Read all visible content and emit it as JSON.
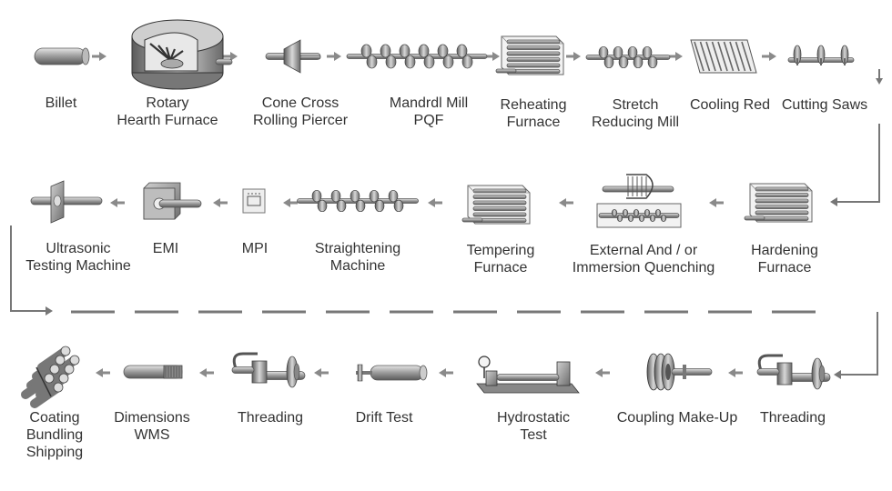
{
  "colors": {
    "text": "#333333",
    "arrow": "#8a8a8a",
    "metal": "#9a9a9a",
    "metal_dark": "#555555",
    "metal_light": "#cfcfcf",
    "flow_line": "#777777"
  },
  "steps": [
    {
      "id": "billet",
      "icon": "billet-icon",
      "lines": [
        "Billet"
      ]
    },
    {
      "id": "rotary-hearth-furnace",
      "icon": "rotary-furnace-icon",
      "lines": [
        "Rotary",
        "Hearth Furnace"
      ]
    },
    {
      "id": "cone-cross-rolling-piercer",
      "icon": "piercer-icon",
      "lines": [
        "Cone Cross",
        "Rolling Piercer"
      ]
    },
    {
      "id": "mandrel-mill",
      "icon": "mandrel-mill-icon",
      "lines": [
        "Mandrdl Mill",
        "PQF"
      ]
    },
    {
      "id": "reheating-furnace",
      "icon": "reheating-furnace-icon",
      "lines": [
        "Reheating",
        "Furnace"
      ]
    },
    {
      "id": "stretch-reducing-mill",
      "icon": "stretch-mill-icon",
      "lines": [
        "Stretch",
        "Reducing Mill"
      ]
    },
    {
      "id": "cooling-red",
      "icon": "cooling-bed-icon",
      "lines": [
        "Cooling Red"
      ]
    },
    {
      "id": "cutting-saws",
      "icon": "saws-icon",
      "lines": [
        "Cutting Saws"
      ]
    },
    {
      "id": "hardening-furnace",
      "icon": "hardening-furnace-icon",
      "lines": [
        "Hardening",
        "Furnace"
      ]
    },
    {
      "id": "quenching",
      "icon": "quenching-icon",
      "lines": [
        "External And / or",
        "Immersion Quenching"
      ]
    },
    {
      "id": "tempering-furnace",
      "icon": "tempering-furnace-icon",
      "lines": [
        "Tempering",
        "Furnace"
      ]
    },
    {
      "id": "straightening-machine",
      "icon": "straightener-icon",
      "lines": [
        "Straightening",
        "Machine"
      ]
    },
    {
      "id": "mpi",
      "icon": "mpi-icon",
      "lines": [
        "MPI"
      ]
    },
    {
      "id": "emi",
      "icon": "emi-icon",
      "lines": [
        "EMI"
      ]
    },
    {
      "id": "ultrasonic-testing",
      "icon": "ultrasonic-icon",
      "lines": [
        "Ultrasonic",
        "Testing Machine"
      ]
    },
    {
      "id": "threading-right",
      "icon": "threading-icon",
      "lines": [
        "Threading"
      ]
    },
    {
      "id": "coupling-make-up",
      "icon": "coupling-icon",
      "lines": [
        "Coupling Make-Up"
      ]
    },
    {
      "id": "hydrostatic-test",
      "icon": "hydrostatic-icon",
      "lines": [
        "Hydrostatic",
        "Test"
      ]
    },
    {
      "id": "drift-test",
      "icon": "drift-icon",
      "lines": [
        "Drift Test"
      ]
    },
    {
      "id": "threading-left",
      "icon": "threading-icon",
      "lines": [
        "Threading"
      ]
    },
    {
      "id": "dimensions-wms",
      "icon": "pipe-icon",
      "lines": [
        "Dimensions",
        "WMS"
      ]
    },
    {
      "id": "coating-bundling-shipping",
      "icon": "bundle-icon",
      "lines": [
        "Coating",
        "Bundling",
        "Shipping"
      ]
    }
  ]
}
